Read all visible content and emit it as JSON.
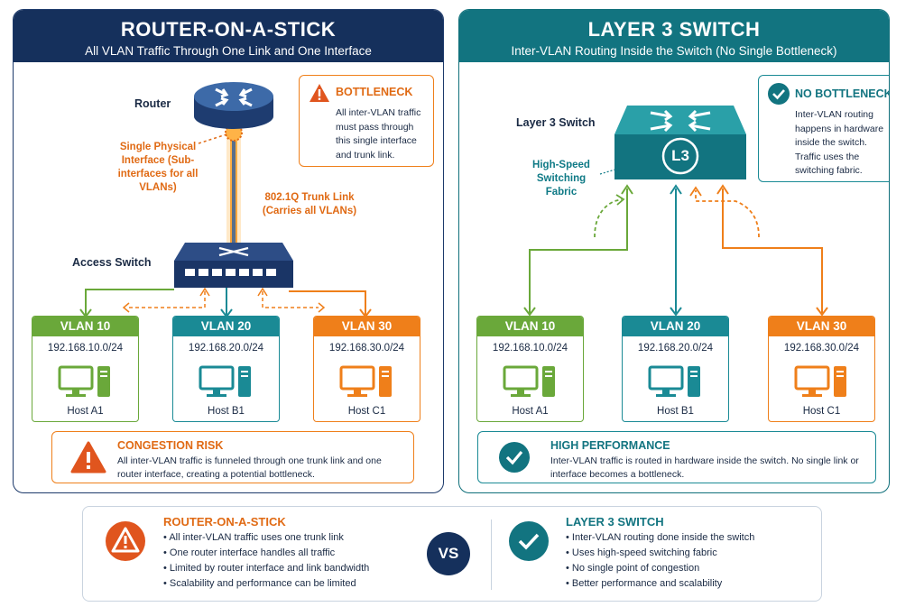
{
  "left": {
    "title": "ROUTER-ON-A-STICK",
    "subtitle": "All VLAN Traffic Through One Link and One Interface",
    "router_label": "Router",
    "interface_label": "Single Physical Interface (Sub-interfaces for all VLANs)",
    "trunk_label": "802.1Q Trunk Link (Carries all VLANs)",
    "access_switch_label": "Access Switch",
    "callout": {
      "title": "BOTTLENECK",
      "body": "All inter-VLAN traffic must pass through this single interface and trunk link."
    },
    "vlans": [
      {
        "name": "VLAN 10",
        "subnet": "192.168.10.0/24",
        "host": "Host A1"
      },
      {
        "name": "VLAN 20",
        "subnet": "192.168.20.0/24",
        "host": "Host B1"
      },
      {
        "name": "VLAN 30",
        "subnet": "192.168.30.0/24",
        "host": "Host C1"
      }
    ],
    "note": {
      "title": "CONGESTION RISK",
      "body": "All inter-VLAN traffic is funneled through one trunk link and one router interface, creating a potential bottleneck."
    }
  },
  "right": {
    "title": "LAYER 3 SWITCH",
    "subtitle": "Inter-VLAN Routing Inside the Switch (No Single Bottleneck)",
    "switch_label": "Layer 3 Switch",
    "switch_badge": "L3",
    "fabric_label": "High-Speed Switching Fabric",
    "callout": {
      "title": "NO BOTTLENECK",
      "body": "Inter-VLAN routing happens in hardware inside the switch. Traffic uses the switching fabric."
    },
    "vlans": [
      {
        "name": "VLAN 10",
        "subnet": "192.168.10.0/24",
        "host": "Host A1"
      },
      {
        "name": "VLAN 20",
        "subnet": "192.168.20.0/24",
        "host": "Host B1"
      },
      {
        "name": "VLAN 30",
        "subnet": "192.168.30.0/24",
        "host": "Host C1"
      }
    ],
    "note": {
      "title": "HIGH PERFORMANCE",
      "body": "Inter-VLAN traffic is routed in hardware inside the switch. No single link or interface becomes a bottleneck."
    }
  },
  "comparison": {
    "vs_label": "VS",
    "left_title": "ROUTER-ON-A-STICK",
    "left_points": [
      "All inter-VLAN traffic uses one trunk link",
      "One router interface handles all traffic",
      "Limited by router interface and link bandwidth",
      "Scalability and performance can be limited"
    ],
    "right_title": "LAYER 3 SWITCH",
    "right_points": [
      "Inter-VLAN routing done inside the switch",
      "Uses high-speed switching fabric",
      "No single point of congestion",
      "Better performance and scalability"
    ]
  },
  "colors": {
    "navy": "#15305c",
    "teal": "#127480",
    "green": "#6aa83a",
    "orange": "#ef7f1a"
  }
}
